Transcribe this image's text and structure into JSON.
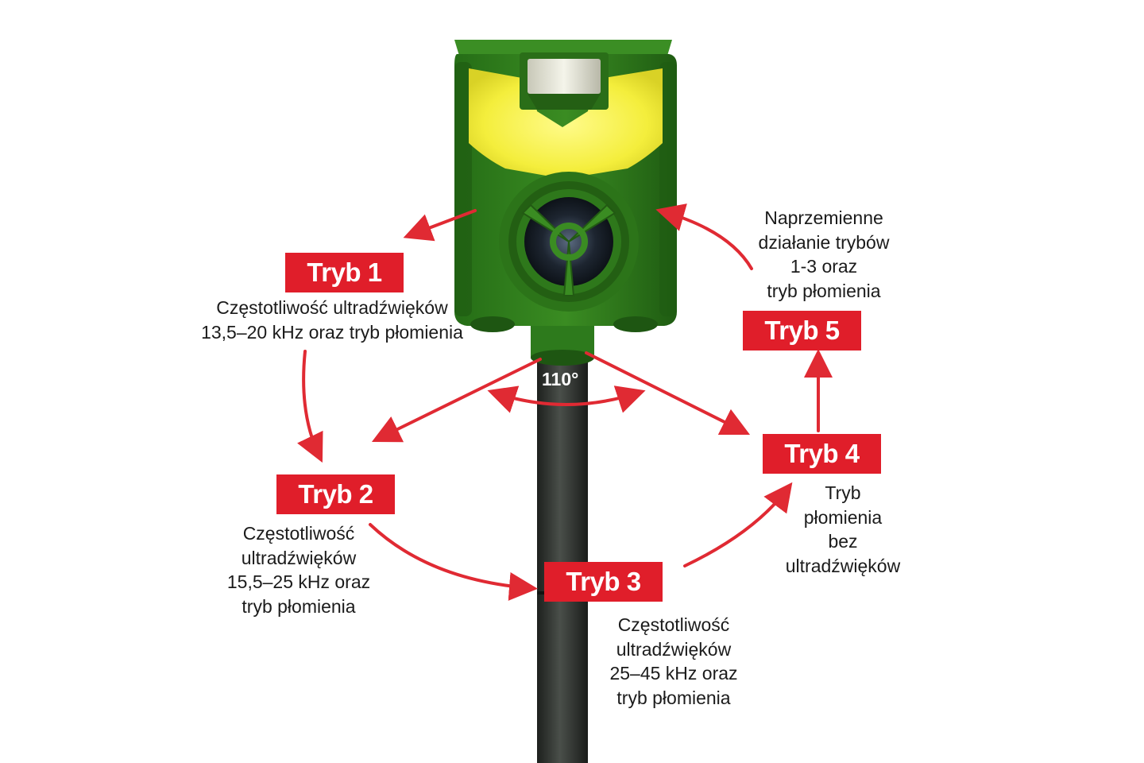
{
  "colors": {
    "badge": "#e01e2a",
    "arrow": "#e02a33",
    "housing": "#2f7d1d",
    "housing_dark": "#1e5612",
    "led": "#f7f24a",
    "pole": "#2c2f2c"
  },
  "angle_label": "110°",
  "modes": [
    {
      "label": "Tryb 1",
      "description": [
        "Częstotliwość ultradźwięków",
        "13,5–20 kHz oraz tryb płomienia"
      ]
    },
    {
      "label": "Tryb 2",
      "description": [
        "Częstotliwość",
        "ultradźwięków",
        "15,5–25 kHz oraz",
        "tryb płomienia"
      ]
    },
    {
      "label": "Tryb 3",
      "description": [
        "Częstotliwość",
        "ultradźwięków",
        "25–45 kHz oraz",
        "tryb płomienia"
      ]
    },
    {
      "label": "Tryb 4",
      "description": [
        "Tryb",
        "płomienia",
        "bez",
        "ultradźwięków"
      ]
    },
    {
      "label": "Tryb 5",
      "description": [
        "Naprzemienne",
        "działanie trybów",
        "1-3 oraz",
        "tryb płomienia"
      ]
    }
  ]
}
